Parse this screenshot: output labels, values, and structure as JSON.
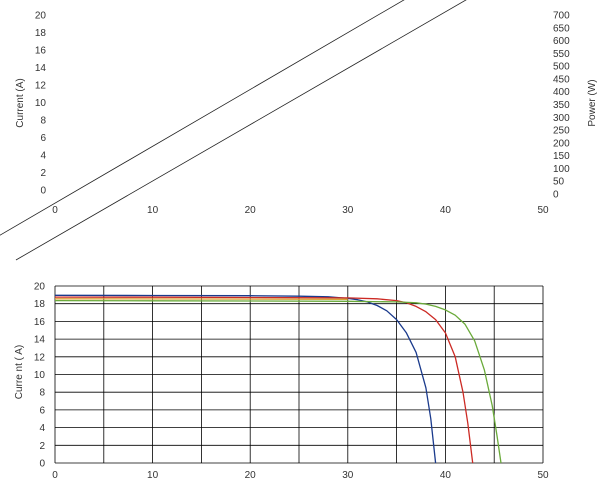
{
  "chart_data": [
    {
      "type": "line",
      "title": "",
      "xlabel": "",
      "ylabel": "Current (A)",
      "y2label": "Power (W)",
      "xlim": [
        0,
        50
      ],
      "ylim": [
        0,
        20
      ],
      "y2lim": [
        0,
        700
      ],
      "xticks": [
        "0",
        "10",
        "20",
        "30",
        "40",
        "50"
      ],
      "yticks": [
        "0",
        "2",
        "4",
        "6",
        "8",
        "10",
        "12",
        "14",
        "16",
        "18",
        "20"
      ],
      "y2ticks": [
        "0",
        "50",
        "100",
        "150",
        "200",
        "250",
        "300",
        "350",
        "400",
        "450",
        "500",
        "550",
        "600",
        "650",
        "700"
      ],
      "grid": false,
      "series": [
        {
          "axis": "y",
          "x": [
            -10,
            40.8
          ],
          "y": [
            -8,
            25
          ]
        },
        {
          "axis": "y",
          "x": [
            -4,
            47.2
          ],
          "y": [
            -8,
            25
          ]
        }
      ]
    },
    {
      "type": "line",
      "title": "",
      "xlabel": "",
      "ylabel": "Curre nt ( A)",
      "xlim": [
        0,
        50
      ],
      "ylim": [
        0,
        20
      ],
      "xticks": [
        "0",
        "10",
        "20",
        "30",
        "40",
        "50"
      ],
      "yticks": [
        "0",
        "2",
        "4",
        "6",
        "8",
        "10",
        "12",
        "14",
        "16",
        "18",
        "20"
      ],
      "grid": true,
      "grid_step": {
        "x": 5,
        "y": 2
      },
      "series": [
        {
          "color": "#1a3a8c",
          "x": [
            0,
            10,
            20,
            25,
            28,
            30,
            31,
            32,
            33,
            34,
            35,
            36,
            37,
            38,
            38.5,
            39
          ],
          "y": [
            18.95,
            18.93,
            18.9,
            18.85,
            18.78,
            18.6,
            18.45,
            18.2,
            17.8,
            17.2,
            16.2,
            14.7,
            12.5,
            8.5,
            5.0,
            0
          ]
        },
        {
          "color": "#cc2a24",
          "x": [
            0,
            10,
            20,
            30,
            33,
            35,
            36,
            37,
            38,
            39,
            40,
            41,
            41.8,
            42.3,
            42.8
          ],
          "y": [
            18.75,
            18.73,
            18.7,
            18.65,
            18.55,
            18.35,
            18.1,
            17.7,
            17.1,
            16.2,
            14.7,
            12.0,
            8.0,
            4.5,
            0
          ]
        },
        {
          "color": "#6aaa3a",
          "x": [
            0,
            10,
            20,
            30,
            35,
            37,
            38,
            39,
            40,
            41,
            42,
            43,
            44,
            44.8,
            45.3,
            45.7
          ],
          "y": [
            18.35,
            18.33,
            18.3,
            18.27,
            18.2,
            18.1,
            17.95,
            17.7,
            17.3,
            16.7,
            15.7,
            13.8,
            10.5,
            6.5,
            3.0,
            0
          ]
        },
        {
          "color": "#d8a235",
          "x": [
            0,
            15,
            30
          ],
          "y": [
            18.55,
            18.53,
            18.5
          ]
        },
        {
          "axis": "y",
          "x": [
            -10,
            40.8
          ],
          "y": [
            -8,
            25
          ]
        },
        {
          "axis": "y",
          "x": [
            -4,
            47.2
          ],
          "y": [
            -8,
            25
          ]
        }
      ]
    }
  ]
}
